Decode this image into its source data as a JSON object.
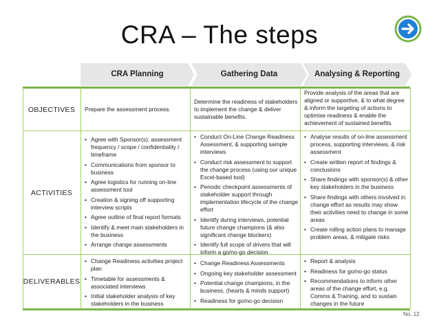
{
  "title": "CRA – The steps",
  "icons": {
    "next": "arrow-right-circle-icon"
  },
  "colors": {
    "accent": "#7ab648",
    "border": "#9ccf5a",
    "phase_fill": "#e6e6e6",
    "icon_blue": "#1f7fd6"
  },
  "phases": [
    "CRA Planning",
    "Gathering Data",
    "Analysing & Reporting"
  ],
  "rows": [
    {
      "label": "OBJECTIVES",
      "cells": [
        {
          "text": "Prepare the assessment process."
        },
        {
          "text": "Determine the readiness of stakeholders to implement the change & deliver sustainable benefits."
        },
        {
          "text": "Provide analysis of the areas that are aligned or supportive, & to what degree & inform the targeting of actions to optimise readiness & enable the achievement of sustained benefits"
        }
      ]
    },
    {
      "label": "ACTIVITIES",
      "cells": [
        {
          "items": [
            "Agree with Sponsor(s): assessment frequency / scope / confidentiality / timeframe",
            "Communications from sponsor to business",
            "Agree logistics for running on-line assessment tool",
            "Creation & signing off supporting interview scripts",
            "Agree outline of final report formats",
            "Identify & meet main stakeholders in the business",
            "Arrange change assessments"
          ]
        },
        {
          "items": [
            "Conduct On-Line Change Readiness Assessment, & supporting sample interviews",
            "Conduct risk assessment to support the change process (using our unique Excel-based tool)",
            "Periodic checkpoint assessments of stakeholder support through implementation lifecycle of the change effort",
            "Identify during interviews, potential future change champions (& also significant change blockers)",
            "Identify full scope of drivers that will inform a go/no-go decision"
          ]
        },
        {
          "items": [
            "Analyse results of on-line assessment process, supporting interviews, & risk assessment",
            "Create written report of findings & conclusions",
            "Share findings with sponsor(s) & other key stakeholders in the business",
            "Share findings with others involved in change effort as results may show their activities need to change in some areas",
            "Create rolling action plans to manage problem areas, & mitigate risks"
          ]
        }
      ]
    },
    {
      "label": "DELIVERABLES",
      "cells": [
        {
          "items": [
            "Change Readiness activities project plan",
            "Timetable for assessments & associated interviews",
            "Initial stakeholder analysis of key stakeholders in the business"
          ]
        },
        {
          "items": [
            "Change Readiness Assessments",
            "Ongoing key stakeholder assessment",
            "Potential change champions, in the business, (hearts & minds support)",
            "Readiness for go/no-go decision"
          ]
        },
        {
          "items": [
            "Report & analysis",
            "Readiness for go/no-go status",
            "Recommendations to inform other areas of the change effort, e.g. Comms & Training, and to sustain changes in the future"
          ]
        }
      ]
    }
  ],
  "slide_number": "No. 12"
}
